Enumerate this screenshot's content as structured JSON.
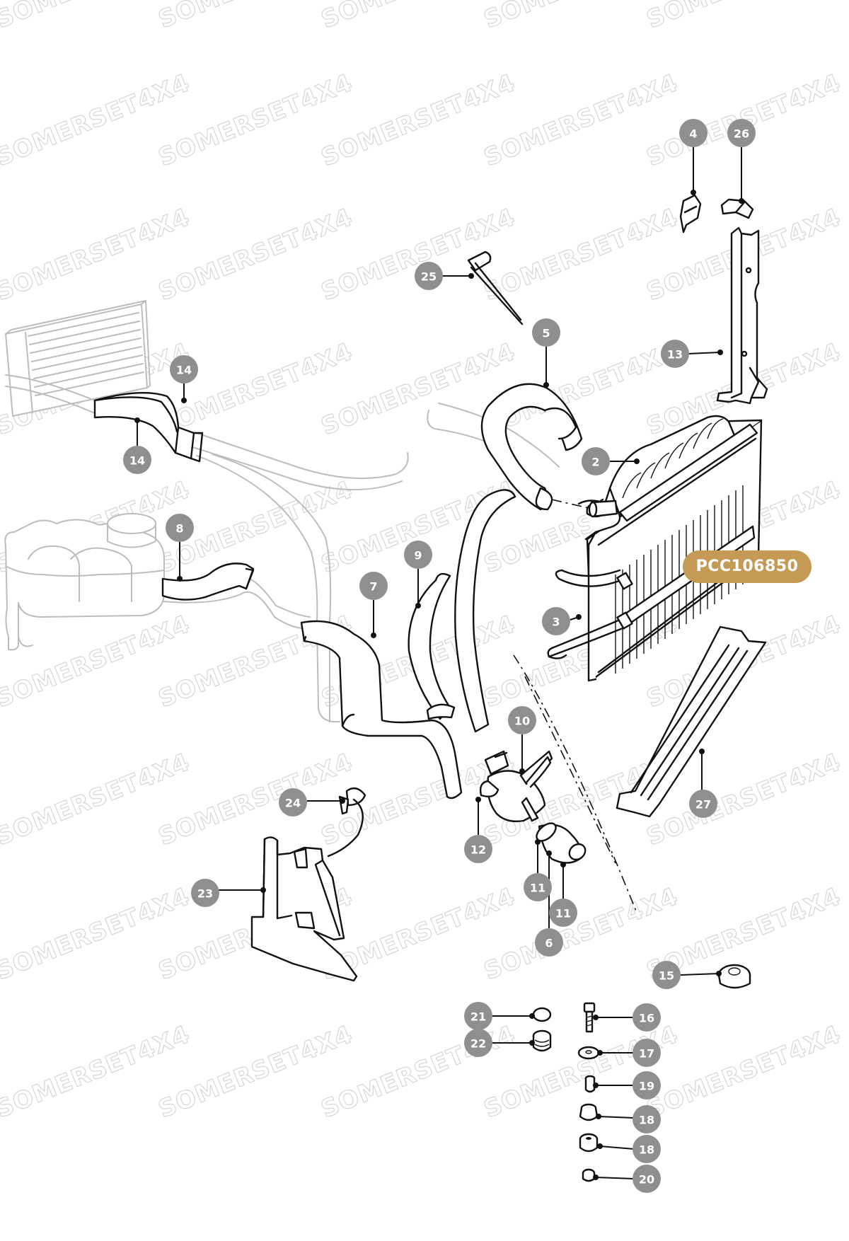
{
  "watermark": "SOMERSET4X4",
  "part_code": "PCC106850",
  "callouts": [
    {
      "id": "c4",
      "label": "4"
    },
    {
      "id": "c26",
      "label": "26"
    },
    {
      "id": "c25",
      "label": "25"
    },
    {
      "id": "c5",
      "label": "5"
    },
    {
      "id": "c13",
      "label": "13"
    },
    {
      "id": "c14a",
      "label": "14"
    },
    {
      "id": "c14b",
      "label": "14"
    },
    {
      "id": "c2",
      "label": "2"
    },
    {
      "id": "c8",
      "label": "8"
    },
    {
      "id": "c9",
      "label": "9"
    },
    {
      "id": "c7",
      "label": "7"
    },
    {
      "id": "c3",
      "label": "3"
    },
    {
      "id": "c10",
      "label": "10"
    },
    {
      "id": "c27",
      "label": "27"
    },
    {
      "id": "c24",
      "label": "24"
    },
    {
      "id": "c12",
      "label": "12"
    },
    {
      "id": "c23",
      "label": "23"
    },
    {
      "id": "c11a",
      "label": "11"
    },
    {
      "id": "c11b",
      "label": "11"
    },
    {
      "id": "c6",
      "label": "6"
    },
    {
      "id": "c15",
      "label": "15"
    },
    {
      "id": "c21",
      "label": "21"
    },
    {
      "id": "c16",
      "label": "16"
    },
    {
      "id": "c22",
      "label": "22"
    },
    {
      "id": "c17",
      "label": "17"
    },
    {
      "id": "c19",
      "label": "19"
    },
    {
      "id": "c18a",
      "label": "18"
    },
    {
      "id": "c18b",
      "label": "18"
    },
    {
      "id": "c20",
      "label": "20"
    }
  ]
}
